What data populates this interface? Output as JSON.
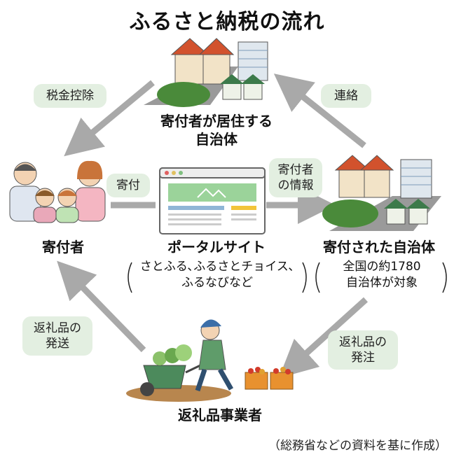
{
  "title": "ふるさと納税の流れ",
  "nodes": {
    "local_government_of_residence": [
      "寄付者が居住する",
      "自治体"
    ],
    "donor": "寄付者",
    "portal_site": "ポータルサイト",
    "portal_examples": "（さとふる､ふるさとチョイス､ ふるなびなど）",
    "portal_examples_lines": [
      "さとふる､ふるさとチョイス､",
      "ふるなびなど"
    ],
    "recipient_government": "寄付された自治体",
    "recipient_note_lines": [
      "全国の約1780",
      "自治体が対象"
    ],
    "gift_supplier": "返礼品事業者"
  },
  "flows": {
    "tax_deduction": "税金控除",
    "contact": "連絡",
    "donation": "寄付",
    "donor_info": [
      "寄付者",
      "の情報"
    ],
    "gift_shipping": [
      "返礼品の",
      "発送"
    ],
    "gift_order": [
      "返礼品の",
      "発注"
    ]
  },
  "source_note": "（総務省などの資料を基に作成）"
}
